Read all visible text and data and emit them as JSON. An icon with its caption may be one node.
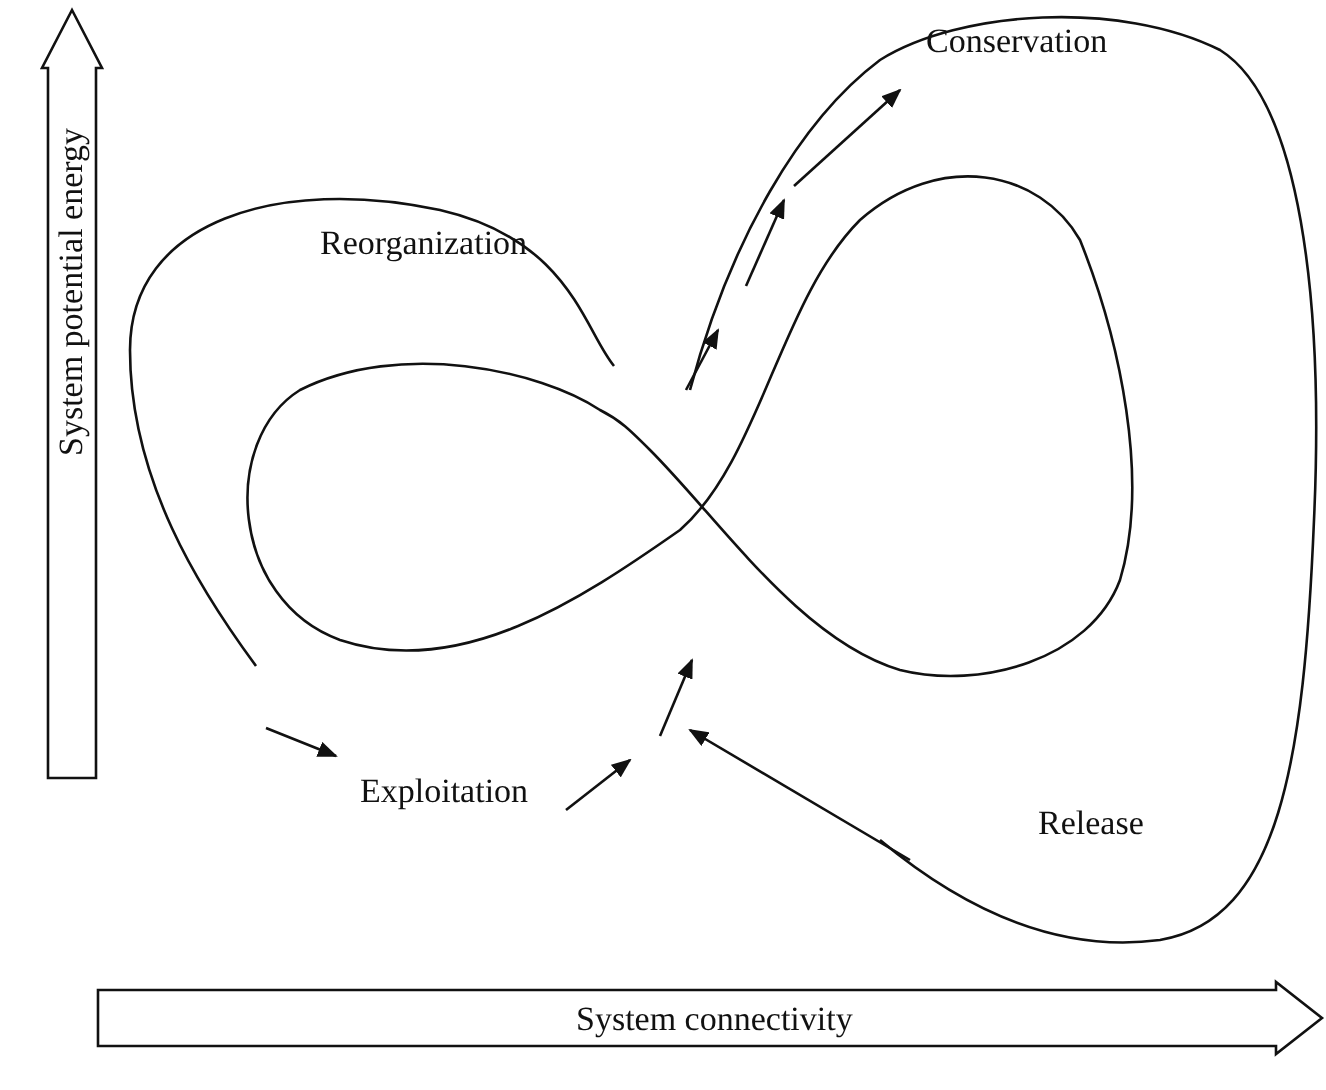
{
  "diagram": {
    "nodes": [
      {
        "text": [
          "System potential energy"
        ]
      },
      {
        "text": [
          "System connectivity"
        ]
      }
    ],
    "labels": [
      "Conservation",
      "Reorganization",
      "Exploitation",
      "Release"
    ]
  }
}
